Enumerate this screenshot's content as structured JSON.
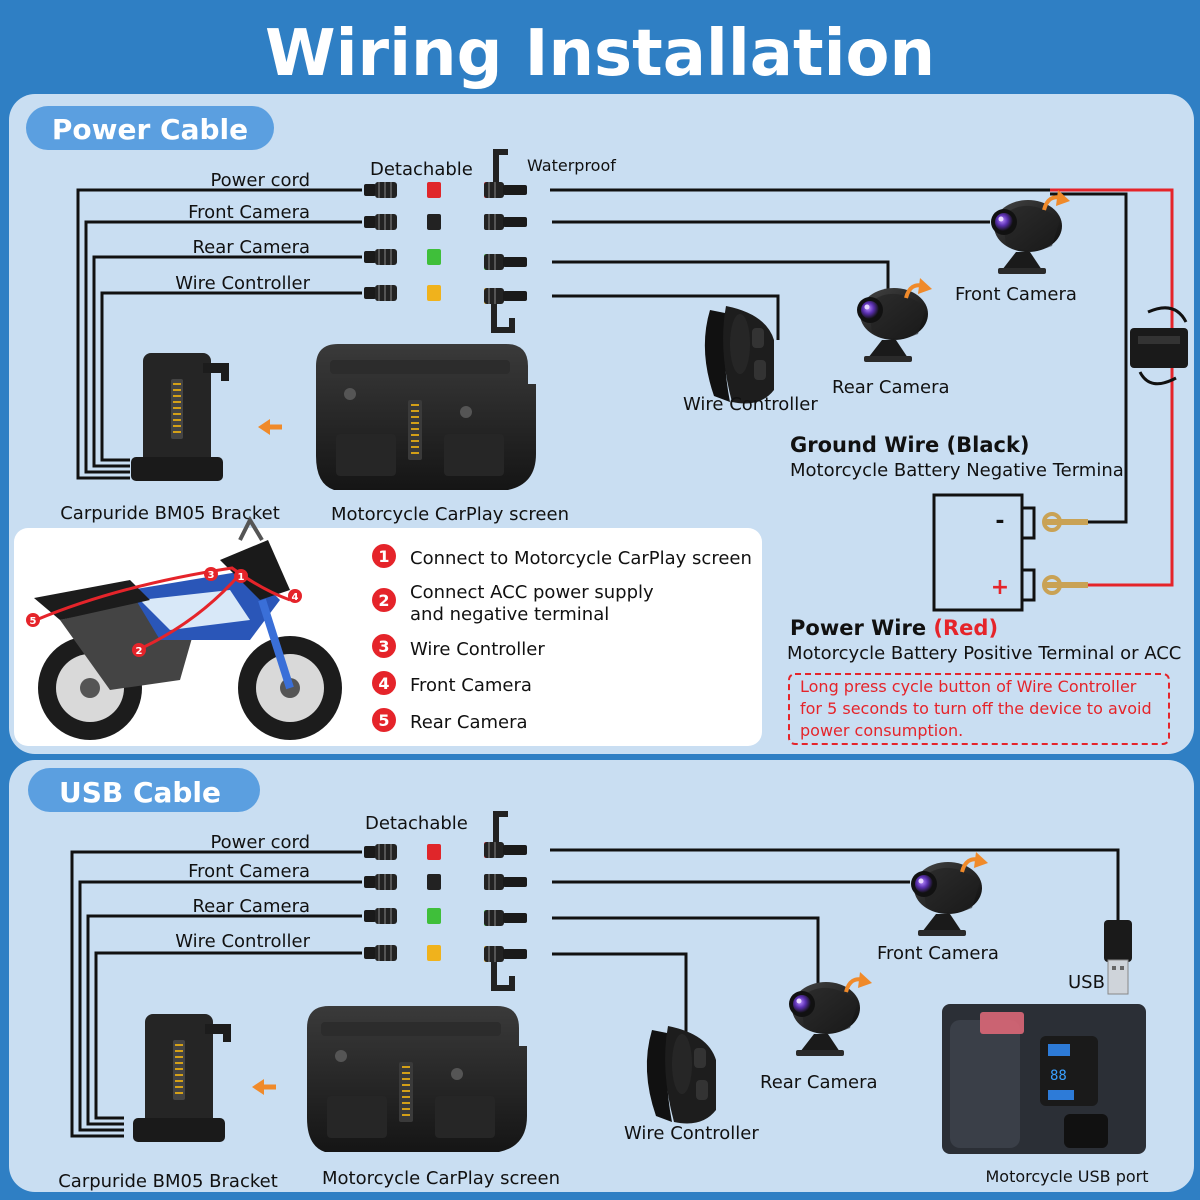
{
  "page_title": "Wiring Installation",
  "power_section": {
    "title": "Power Cable",
    "detachable_label": "Detachable",
    "waterproof_label": "Waterproof",
    "cables": [
      "Power cord",
      "Front Camera",
      "Rear Camera",
      "Wire Controller"
    ],
    "front_camera_label": "Front Camera",
    "rear_camera_label": "Rear Camera",
    "wire_controller_label": "Wire Controller",
    "bracket_label": "Carpuride BM05 Bracket",
    "screen_label": "Motorcycle CarPlay screen",
    "ground_wire_title": "Ground Wire (Black)",
    "ground_wire_desc": "Motorcycle Battery Negative Terminal",
    "power_wire_title": "Power Wire",
    "power_wire_color": "(Red)",
    "power_wire_desc": "Motorcycle Battery Positive Terminal or ACC",
    "battery_minus": "-",
    "battery_plus": "+",
    "warning_lines": [
      "Long press cycle button of Wire Controller",
      "for 5 seconds to turn off the device to avoid",
      "power consumption."
    ]
  },
  "steps": [
    {
      "num": "1",
      "lines": [
        "Connect to Motorcycle CarPlay screen"
      ]
    },
    {
      "num": "2",
      "lines": [
        "Connect ACC power supply",
        "and negative terminal"
      ]
    },
    {
      "num": "3",
      "lines": [
        "Wire Controller"
      ]
    },
    {
      "num": "4",
      "lines": [
        "Front Camera"
      ]
    },
    {
      "num": "5",
      "lines": [
        "Rear Camera"
      ]
    }
  ],
  "usb_section": {
    "title": "USB Cable",
    "detachable_label": "Detachable",
    "cables": [
      "Power cord",
      "Front Camera",
      "Rear Camera",
      "Wire Controller"
    ],
    "front_camera_label": "Front Camera",
    "rear_camera_label": "Rear Camera",
    "wire_controller_label": "Wire Controller",
    "usb_label": "USB",
    "bracket_label": "Carpuride BM05 Bracket",
    "screen_label": "Motorcycle CarPlay screen",
    "usb_port_label": "Motorcycle USB port"
  },
  "colors": {
    "background": "#2f7fc4",
    "panel": "#c9def2",
    "pill": "#5b9fe0",
    "red_wire": "#e5242a",
    "connector_red": "#e0262a",
    "connector_green": "#3fbf3a",
    "connector_yellow": "#f0b21c",
    "arrow_orange": "#f08a2a"
  }
}
